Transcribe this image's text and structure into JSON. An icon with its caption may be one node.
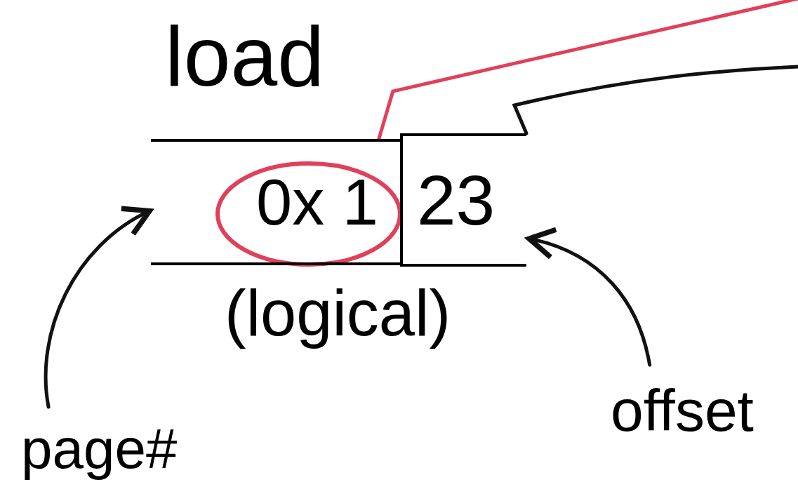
{
  "diagram": {
    "nodes": [
      {
        "text": [
          "0x 1"
        ]
      },
      {
        "text": [
          "23"
        ]
      },
      {
        "text": [
          "page#"
        ]
      },
      {
        "text": [
          "offset"
        ]
      }
    ],
    "edges": [
      {
        "from": 2,
        "to": 0,
        "arrow": "to"
      },
      {
        "from": 3,
        "to": 1,
        "arrow": "to"
      },
      {
        "from": 0,
        "to": null,
        "arrow": "none",
        "color": "#e0405a"
      },
      {
        "from": 1,
        "to": null,
        "arrow": "none"
      }
    ],
    "labels": [
      "load",
      "(logical)"
    ]
  }
}
